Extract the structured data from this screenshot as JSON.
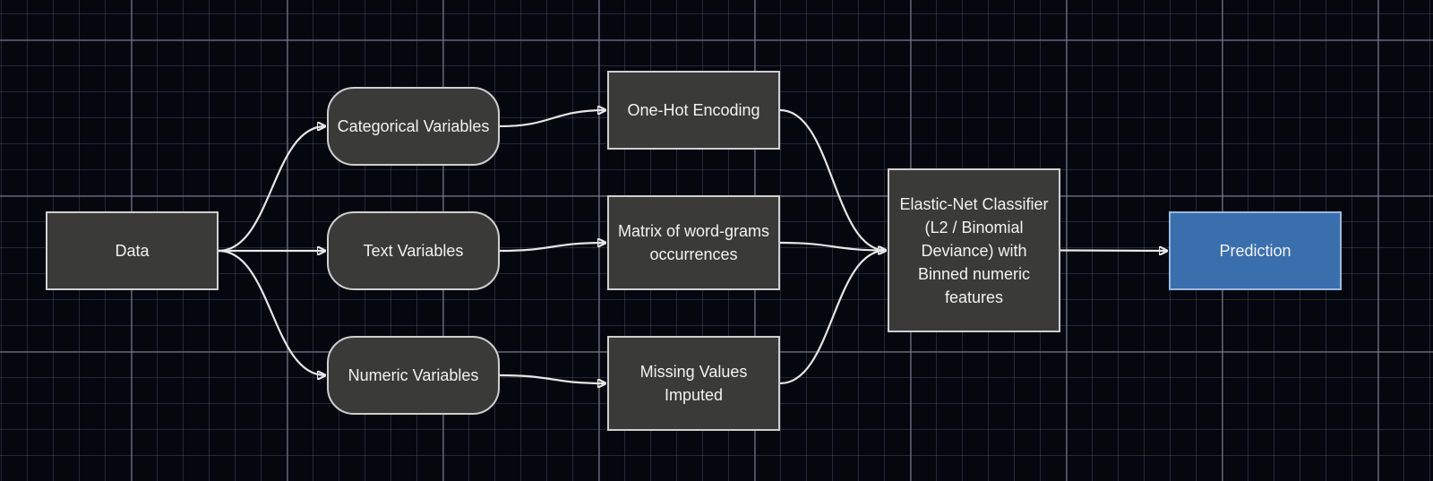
{
  "diagram": {
    "nodes": {
      "data": "Data",
      "categorical": "Categorical Variables",
      "text": "Text Variables",
      "numeric": "Numeric Variables",
      "onehot": "One-Hot Encoding",
      "wordgrams": "Matrix of word-grams occurrences",
      "missing": "Missing Values Imputed",
      "classifier": "Elastic-Net Classifier (L2 / Binomial Deviance) with Binned numeric features",
      "prediction": "Prediction"
    },
    "edges": [
      [
        "data",
        "categorical"
      ],
      [
        "data",
        "text"
      ],
      [
        "data",
        "numeric"
      ],
      [
        "categorical",
        "onehot"
      ],
      [
        "text",
        "wordgrams"
      ],
      [
        "numeric",
        "missing"
      ],
      [
        "onehot",
        "classifier"
      ],
      [
        "wordgrams",
        "classifier"
      ],
      [
        "missing",
        "classifier"
      ],
      [
        "classifier",
        "prediction"
      ]
    ],
    "colors": {
      "node_fill": "#3a3a38",
      "node_border": "#cfcfcf",
      "accent_fill": "#3a6fae",
      "edge": "#e6e6e6",
      "background": "#05070f"
    }
  }
}
